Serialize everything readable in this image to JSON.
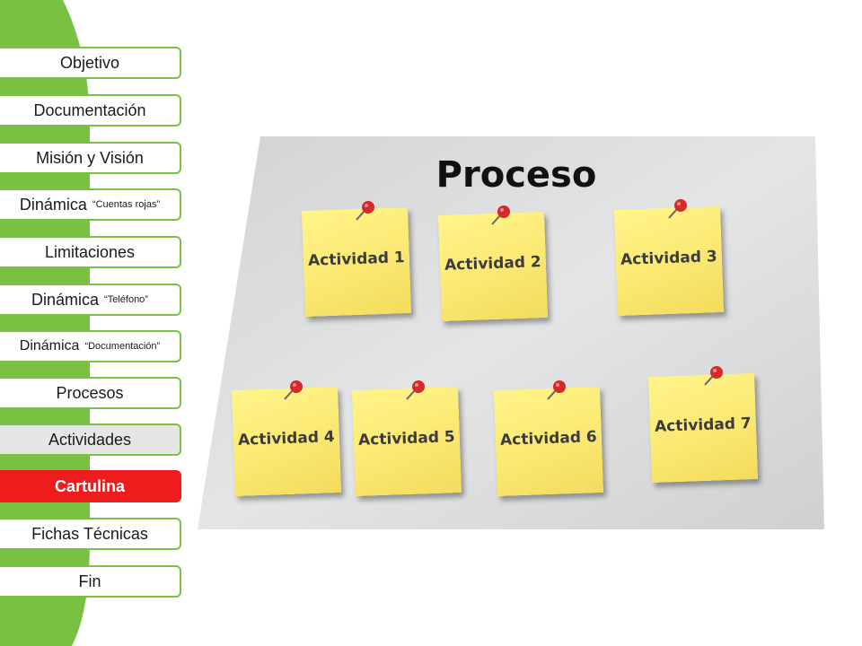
{
  "sidebar": {
    "items": [
      {
        "label": "Objetivo",
        "sub": ""
      },
      {
        "label": "Documentación",
        "sub": ""
      },
      {
        "label": "Misión y Visión",
        "sub": ""
      },
      {
        "label": "Dinámica",
        "sub": "“Cuentas rojas”"
      },
      {
        "label": "Limitaciones",
        "sub": ""
      },
      {
        "label": "Dinámica",
        "sub": "“Teléfono”"
      },
      {
        "label": "Dinámica",
        "sub": "“Documentación”"
      },
      {
        "label": "Procesos",
        "sub": ""
      },
      {
        "label": "Actividades",
        "sub": ""
      },
      {
        "label": "Cartulina",
        "sub": ""
      },
      {
        "label": "Fichas Técnicas",
        "sub": ""
      },
      {
        "label": "Fin",
        "sub": ""
      }
    ],
    "active_index": 9,
    "highlight_index": 8,
    "accent_color": "#7ac143",
    "active_color": "#ee1c1c"
  },
  "board": {
    "title": "Proceso",
    "notes": [
      {
        "label": "Actividad 1"
      },
      {
        "label": "Actividad 2"
      },
      {
        "label": "Actividad 3"
      },
      {
        "label": "Actividad 4"
      },
      {
        "label": "Actividad 5"
      },
      {
        "label": "Actividad 6"
      },
      {
        "label": "Actividad 7"
      }
    ],
    "note_color": "#fbe872",
    "pin_color": "#d42a2a"
  }
}
